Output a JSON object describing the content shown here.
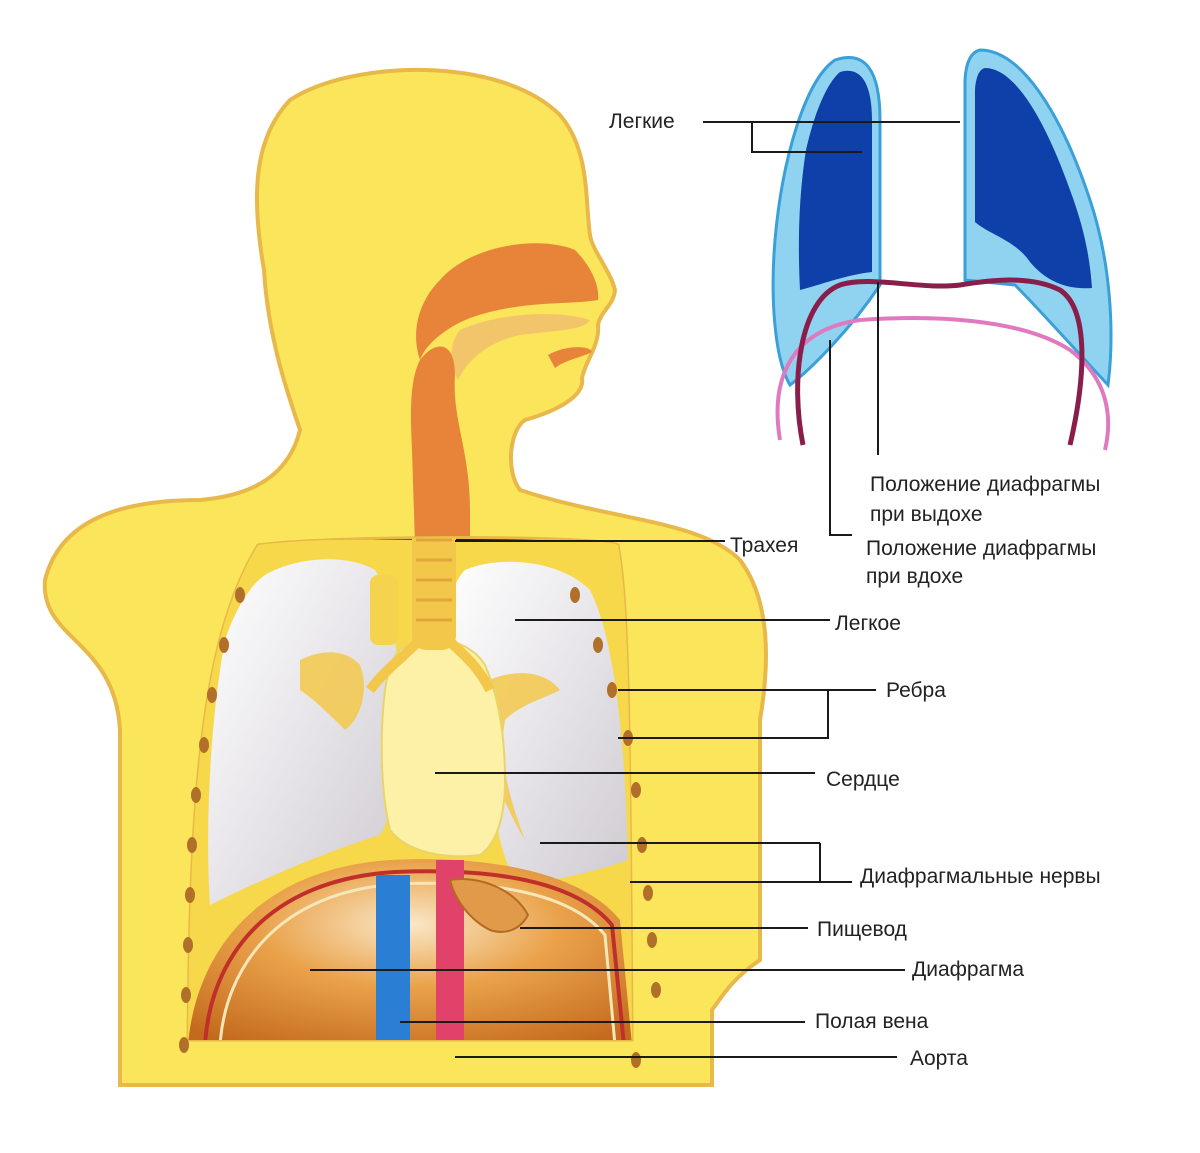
{
  "labels": {
    "lungs_small": "Легкие",
    "exhale_1": "Положение диафрагмы",
    "exhale_2": "при выдохе",
    "inhale_1": "Положение диафрагмы",
    "inhale_2": "при вдохе",
    "trachea": "Трахея",
    "lung": "Легкое",
    "ribs": "Ребра",
    "heart": "Сердце",
    "phrenic_nerves": "Диафрагмальные нервы",
    "esophagus": "Пищевод",
    "diaphragm": "Диафрагма",
    "vena_cava": "Полая вена",
    "aorta": "Аорта"
  },
  "colors": {
    "skin": "#fbe55a",
    "skin_outline": "#e8b84a",
    "airway": "#e8843a",
    "lung_tissue": "#e9e6ea",
    "heart": "#fdf1a8",
    "diaphragm_muscle": "#e89a3c",
    "vena_cava": "#2a7fd4",
    "aorta": "#e0426a",
    "small_lung_outer": "#8fd3f0",
    "small_lung_inner": "#0f3fa8",
    "diaphragm_exhale": "#8a1e4a",
    "diaphragm_inhale": "#e07ac0",
    "rib_dots": "#b0702a"
  }
}
